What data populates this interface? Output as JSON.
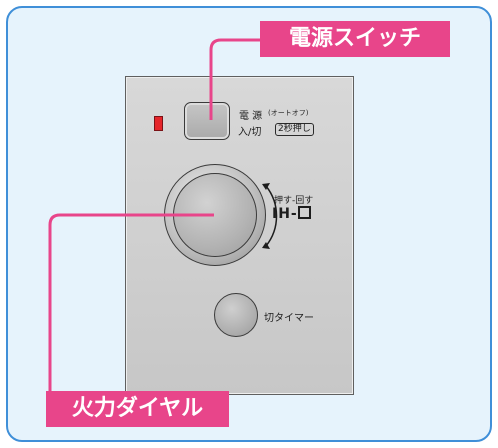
{
  "callouts": {
    "power_switch": "電源スイッチ",
    "heat_dial": "火力ダイヤル"
  },
  "panel": {
    "power_label": "電 源",
    "power_sub": "(オートオフ)",
    "on_off_label": "入/切",
    "hold_label": "2秒押し",
    "push_rotate_label": "押す-回す",
    "ih_mark": "IH-",
    "timer_label": "切タイマー"
  },
  "colors": {
    "callout": "#e8458a",
    "frame_border": "#3f8fd8",
    "frame_fill": "#e6f3fc",
    "led": "#e5252a"
  }
}
